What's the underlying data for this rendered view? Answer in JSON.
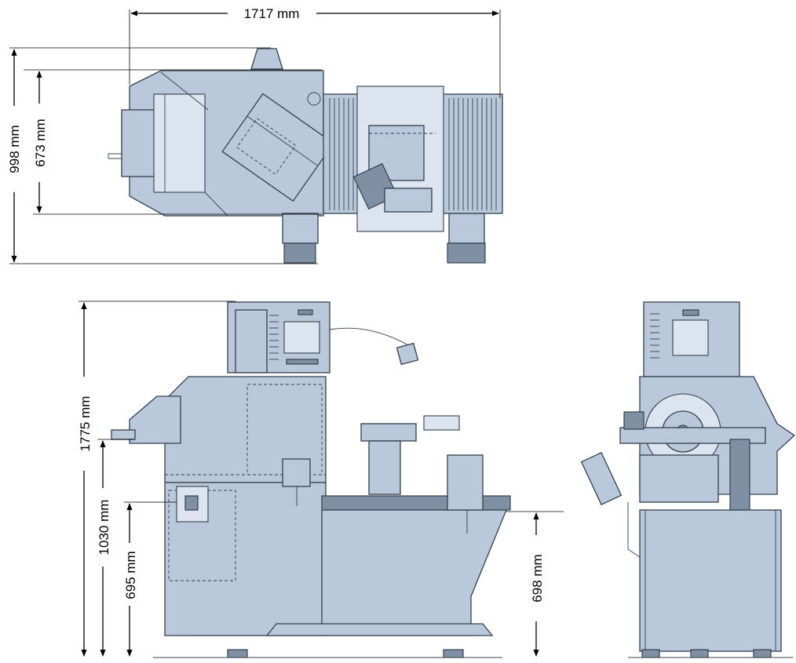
{
  "colors": {
    "machine_body": "#b9c8db",
    "machine_dark": "#7f8fa4",
    "machine_pale": "#dbe4ef",
    "outline": "#34404d",
    "dimension_line": "#000000",
    "background": "#ffffff"
  },
  "views": {
    "top": {
      "dimensions": {
        "overall_length": "1717 mm",
        "overall_depth": "998 mm",
        "body_depth": "673 mm"
      }
    },
    "front": {
      "dimensions": {
        "overall_height": "1775 mm",
        "feed_height": "1030 mm",
        "panel_height": "695 mm",
        "table_height": "698 mm"
      }
    },
    "side": {}
  }
}
